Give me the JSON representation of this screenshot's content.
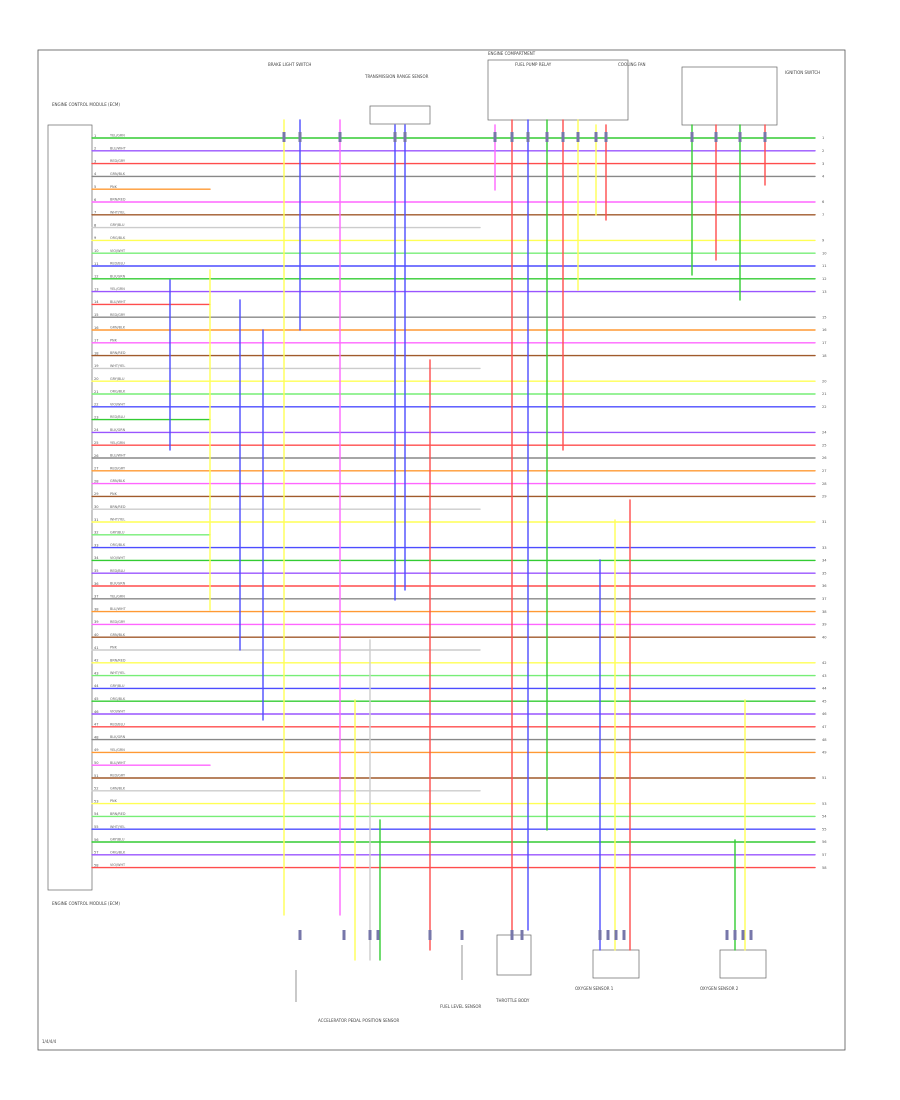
{
  "diagram": {
    "figure_id": "1/4/4/4",
    "colors": {
      "RED": "#ff4d4d",
      "BLU": "#4d4dff",
      "GRN": "#33cc33",
      "YEL": "#ffff55",
      "PNK": "#ff66ff",
      "BRN": "#a05a2c",
      "WHT": "#cccccc",
      "GRY": "#888888",
      "ORG": "#ff9933",
      "VIO": "#9955ff",
      "BLK": "#333333",
      "LTGRN": "#77ee77"
    },
    "labels": {
      "ecm_top": "ENGINE CONTROL MODULE (ECM)",
      "ecm_bottom": "ENGINE CONTROL MODULE (ECM)",
      "brake_switch": "BRAKE LIGHT SWITCH",
      "trans_range": "TRANSMISSION RANGE SENSOR",
      "fuel_pump": "FUEL PUMP RELAY",
      "ignition": "IGNITION SWITCH",
      "engine_comp": "ENGINE COMPARTMENT",
      "cooling_fan": "COOLING FAN",
      "accel_pedal": "ACCELERATOR PEDAL POSITION SENSOR",
      "throttle": "THROTTLE BODY",
      "oxygen_1": "OXYGEN SENSOR 1",
      "oxygen_2": "OXYGEN SENSOR 2",
      "fuel_level": "FUEL LEVEL SENSOR"
    },
    "wire_codes": [
      "YEL/GRN",
      "BLU/WHT",
      "RED/GRY",
      "GRN/BLK",
      "PNK",
      "BRN/RED",
      "WHT/YEL",
      "GRY/BLU",
      "ORG/BLK",
      "VIO/WHT",
      "RED/BLU",
      "BLK/GRN"
    ]
  }
}
